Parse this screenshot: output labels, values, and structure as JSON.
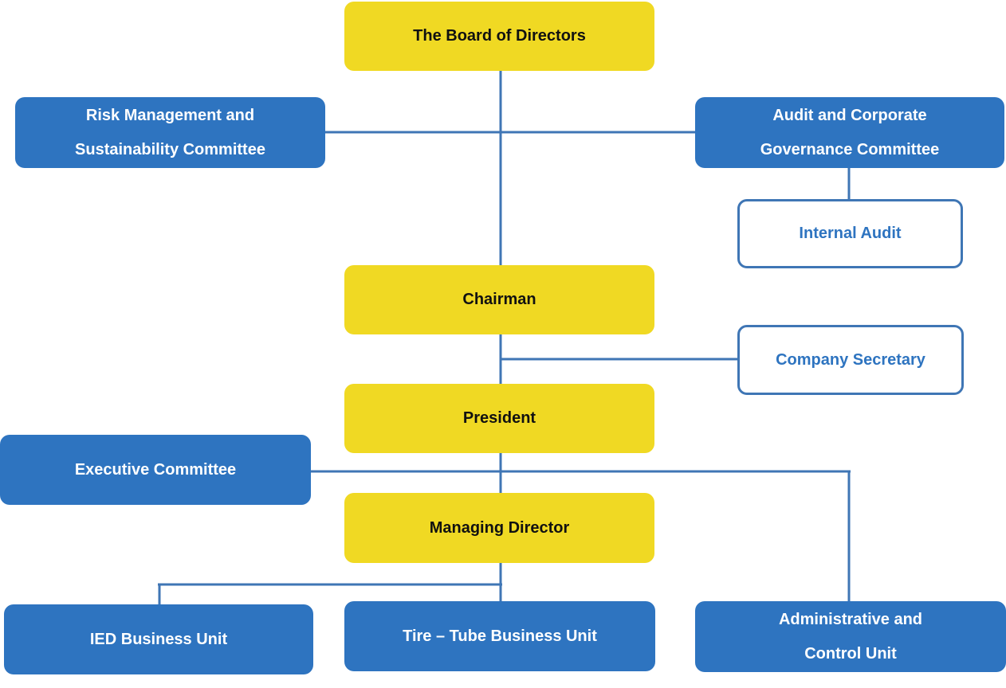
{
  "colors": {
    "leadership_fill": "#f0d923",
    "committee_fill": "#2e74c0",
    "support_outline": "#3f76b5",
    "connector": "#3f76b5"
  },
  "org": {
    "board": "The Board of Directors",
    "risk_committee": [
      "Risk Management and",
      "Sustainability Committee"
    ],
    "audit_committee": [
      "Audit and Corporate",
      "Governance Committee"
    ],
    "internal_audit": "Internal Audit",
    "chairman": "Chairman",
    "company_secretary": "Company Secretary",
    "president": "President",
    "executive_committee": "Executive Committee",
    "managing_director": "Managing Director",
    "ied_unit": "IED Business Unit",
    "tire_unit": "Tire – Tube Business Unit",
    "admin_unit": [
      "Administrative and",
      "Control Unit"
    ]
  }
}
